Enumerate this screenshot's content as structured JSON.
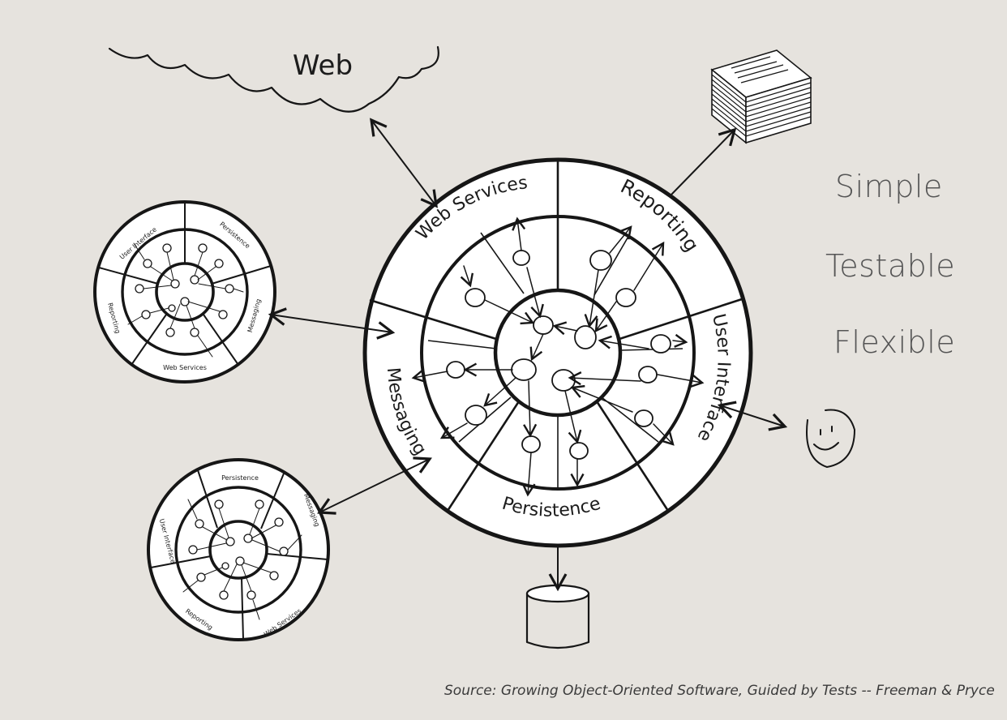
{
  "labels": {
    "web": "Web",
    "main_sections": {
      "web_services": "Web Services",
      "reporting": "Reporting",
      "user_interface": "User Interface",
      "persistence": "Persistence",
      "messaging": "Messaging"
    },
    "small_a_sections": [
      "User Interface",
      "Persistence",
      "Reporting",
      "Messaging",
      "Web Services"
    ],
    "small_b_sections": [
      "Persistence",
      "Messaging",
      "Web Services",
      "Reporting",
      "User Interface"
    ]
  },
  "words": {
    "simple": "Simple",
    "testable": "Testable",
    "flexible": "Flexible"
  },
  "source": "Source: Growing Object-Oriented Software, Guided by Tests -- Freeman & Pryce",
  "icons": {
    "cloud": "cloud-icon",
    "document_stack": "document-stack-icon",
    "database": "database-icon",
    "smiley": "smiley-face-icon"
  },
  "colors": {
    "background": "#e6e3de",
    "ink": "#161616",
    "cell_fill": "#ffffff",
    "word_text": "#555555"
  }
}
